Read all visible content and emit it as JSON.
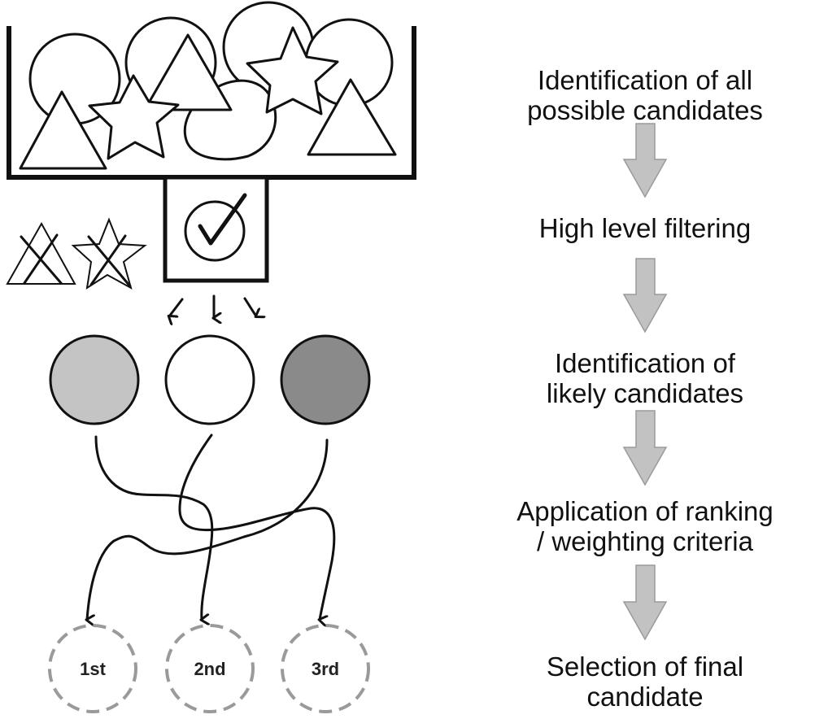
{
  "figure": {
    "description": "Candidate selection process diagram",
    "colors": {
      "line": "#111111",
      "flow_arrow": "#c2c2c2",
      "flow_arrow_stroke": "#9a9a9a",
      "candidate_light": "#c4c4c4",
      "candidate_white": "#ffffff",
      "candidate_dark": "#8a8a8a",
      "dashed_circle": "#9a9a9a"
    }
  },
  "process_steps": [
    {
      "lines": [
        "Identification of all",
        "possible candidates"
      ]
    },
    {
      "lines": [
        "High level filtering"
      ]
    },
    {
      "lines": [
        "Identification of",
        "likely candidates"
      ]
    },
    {
      "lines": [
        "Application of ranking",
        "/ weighting criteria"
      ]
    },
    {
      "lines": [
        "Selection of final",
        "candidate"
      ]
    }
  ],
  "pool": {
    "shapes": [
      "circle",
      "circle",
      "circle",
      "circle",
      "triangle",
      "triangle",
      "triangle",
      "star",
      "star",
      "blob"
    ]
  },
  "filter": {
    "icon": "check-circle-icon",
    "rejected": [
      "triangle-crossed",
      "star-crossed"
    ]
  },
  "candidates": [
    {
      "shade": "light-gray"
    },
    {
      "shade": "white"
    },
    {
      "shade": "dark-gray"
    }
  ],
  "rankings": [
    {
      "label": "1st"
    },
    {
      "label": "2nd"
    },
    {
      "label": "3rd"
    }
  ]
}
